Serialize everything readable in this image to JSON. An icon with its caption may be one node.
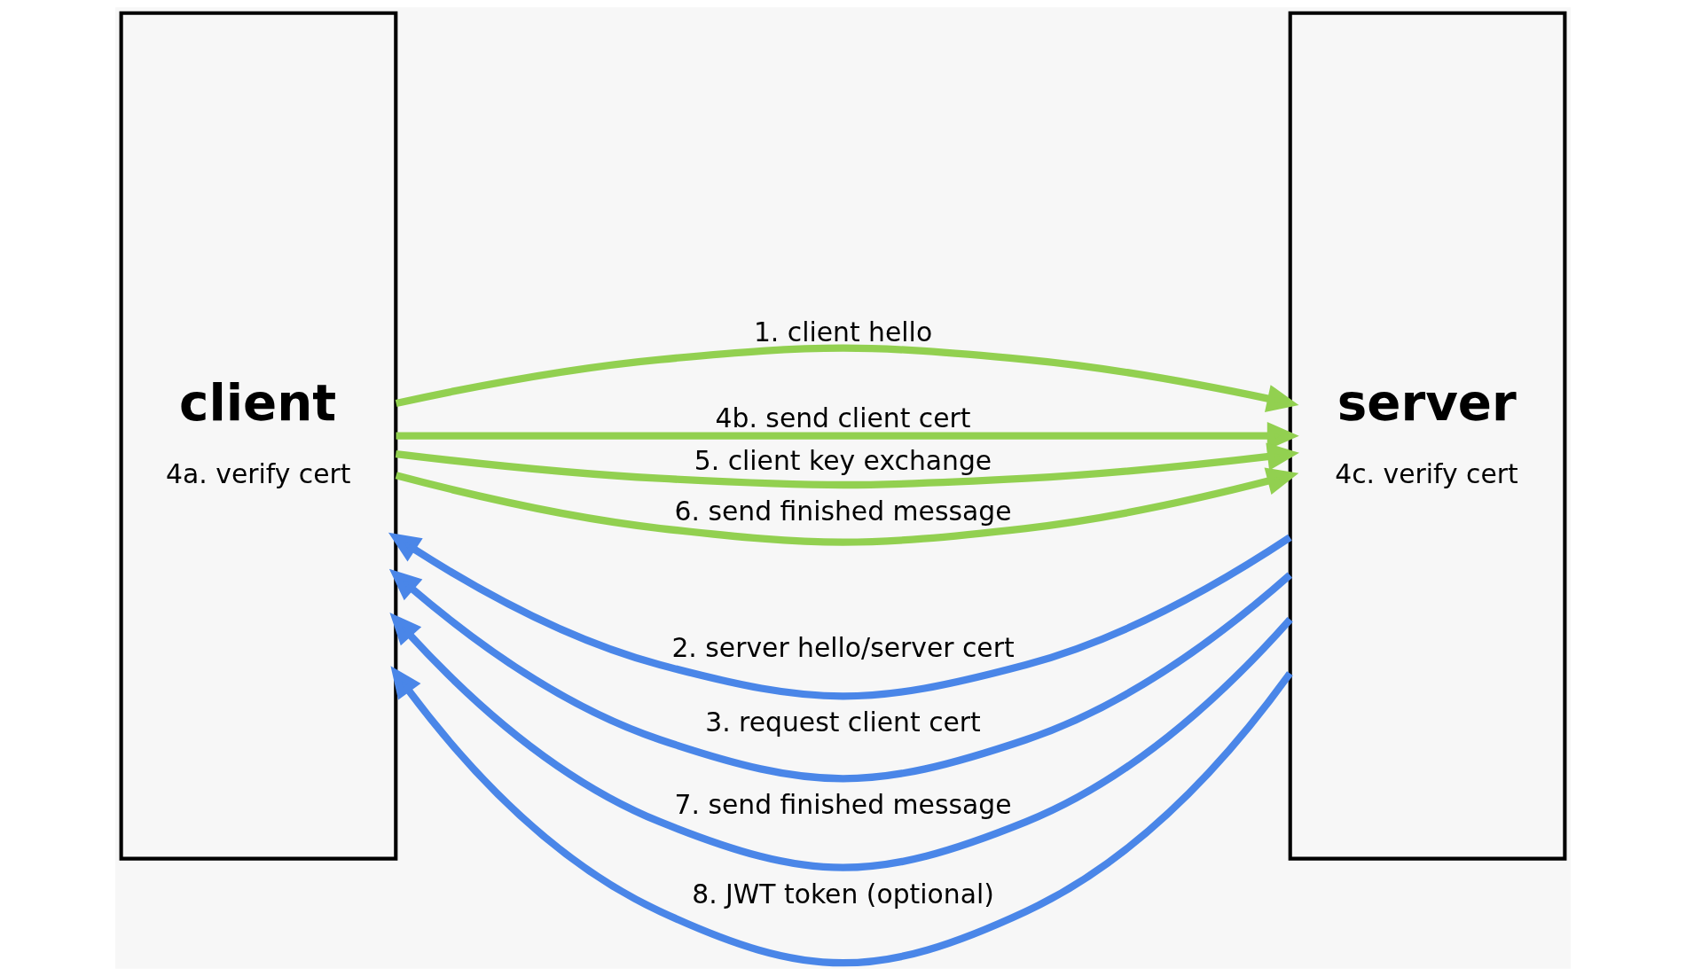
{
  "diagram": {
    "nodes": [
      {
        "text": [
          "client",
          "4a. verify cert"
        ]
      },
      {
        "text": [
          "server",
          "4c. verify cert"
        ]
      }
    ],
    "edges": [
      {
        "from": 0,
        "to": 1,
        "arrow": "to",
        "label": "1. client hello",
        "color": "#92d050"
      },
      {
        "from": 1,
        "to": 0,
        "arrow": "to",
        "label": "2. server hello/server cert",
        "color": "#4a86e8"
      },
      {
        "from": 1,
        "to": 0,
        "arrow": "to",
        "label": "3. request client cert",
        "color": "#4a86e8"
      },
      {
        "from": 0,
        "to": 1,
        "arrow": "to",
        "label": "4b. send client cert",
        "color": "#92d050"
      },
      {
        "from": 0,
        "to": 1,
        "arrow": "to",
        "label": "5. client key exchange",
        "color": "#92d050"
      },
      {
        "from": 0,
        "to": 1,
        "arrow": "to",
        "label": "6. send finished message",
        "color": "#92d050"
      },
      {
        "from": 1,
        "to": 0,
        "arrow": "to",
        "label": "7. send finished message",
        "color": "#4a86e8"
      },
      {
        "from": 1,
        "to": 0,
        "arrow": "to",
        "label": "8. JWT token (optional)",
        "color": "#4a86e8"
      }
    ]
  }
}
